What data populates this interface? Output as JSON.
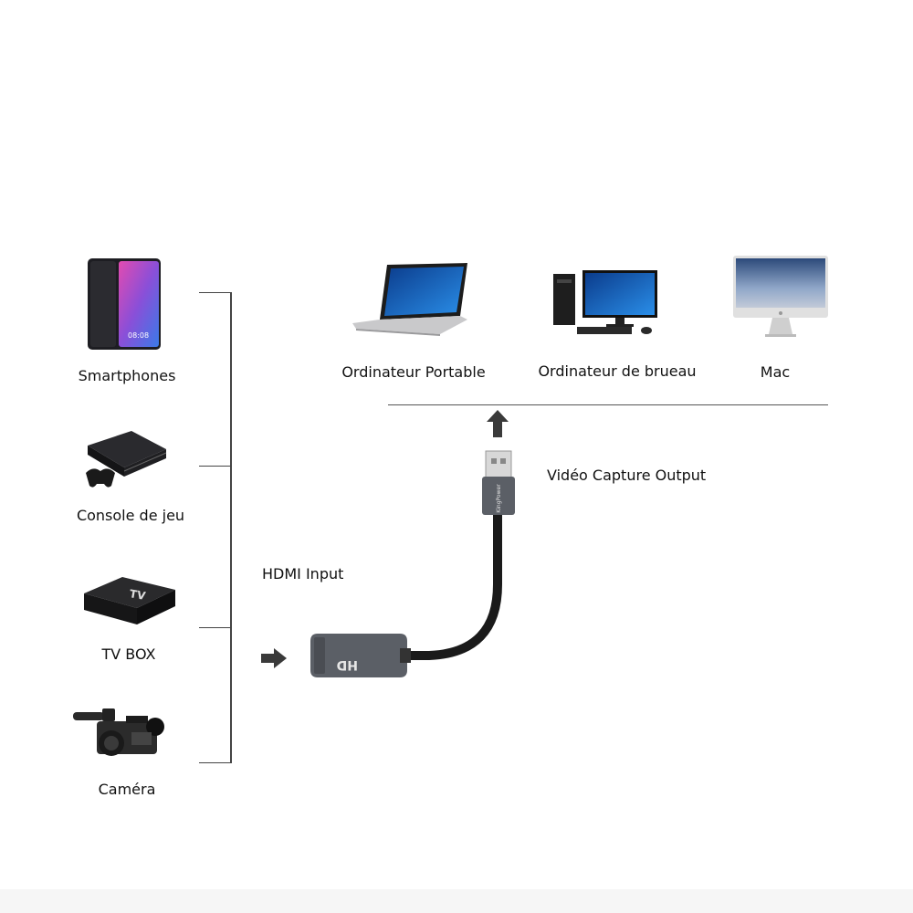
{
  "inputs": [
    {
      "label": "Smartphones",
      "icon": "smartphone-icon"
    },
    {
      "label": "Console de jeu",
      "icon": "game-console-icon"
    },
    {
      "label": "TV BOX",
      "icon": "tv-box-icon",
      "brand_text": "TV"
    },
    {
      "label": "Caméra",
      "icon": "camcorder-icon"
    }
  ],
  "outputs": [
    {
      "label": "Ordinateur Portable",
      "icon": "laptop-icon"
    },
    {
      "label": "Ordinateur de brueau",
      "icon": "desktop-computer-icon"
    },
    {
      "label": "Mac",
      "icon": "imac-icon"
    }
  ],
  "hdmi_input_label": "HDMI Input",
  "video_output_label": "Vidéo Capture Output",
  "device": {
    "body_text": "HD",
    "plug_brand": "KingPower",
    "body_color": "#5b5f66",
    "cable_color": "#1a1a1a"
  },
  "colors": {
    "line": "#444444",
    "arrow": "#3a3a3a"
  }
}
